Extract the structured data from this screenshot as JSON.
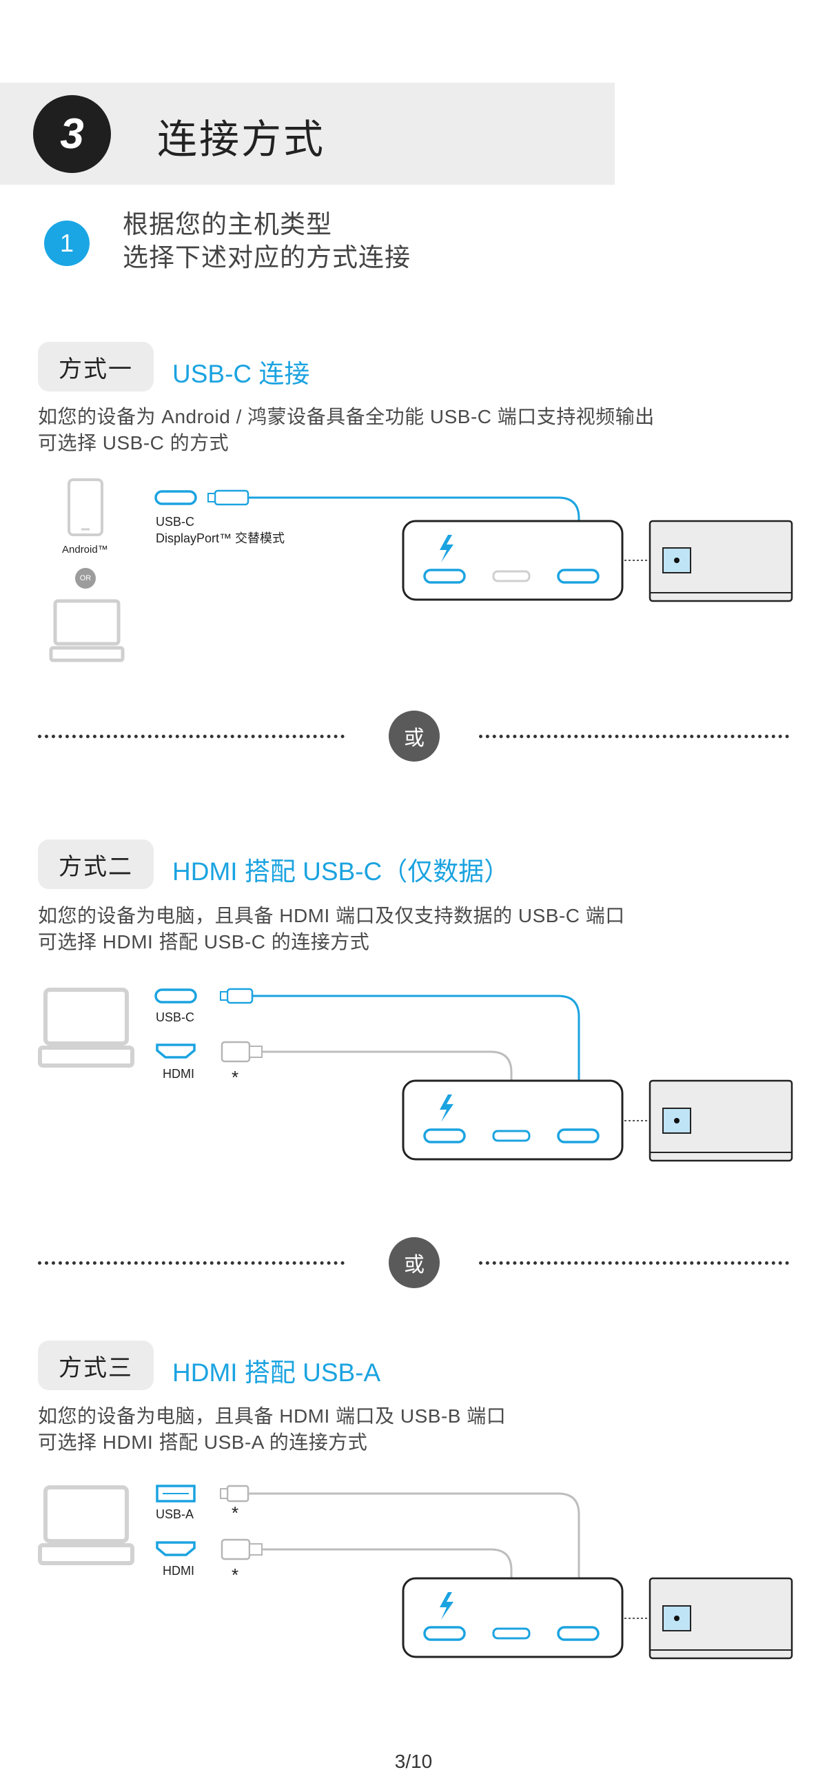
{
  "header": {
    "step_number": "3",
    "title": "连接方式"
  },
  "intro": {
    "number": "1",
    "line1": "根据您的主机类型",
    "line2": "选择下述对应的方式连接"
  },
  "methods": [
    {
      "badge": "方式一",
      "title": "USB-C 连接",
      "desc1": "如您的设备为 Android / 鸿蒙设备具备全功能 USB-C 端口支持视频输出",
      "desc2": "可选择 USB-C 的方式",
      "device_label": "Android™",
      "or_small": "OR",
      "port_label1": "USB-C",
      "port_label2": "DisplayPort™ 交替模式"
    },
    {
      "badge": "方式二",
      "title": "HDMI 搭配 USB-C（仅数据）",
      "desc1": "如您的设备为电脑，且具备 HDMI 端口及仅支持数据的 USB-C 端口",
      "desc2": "可选择 HDMI 搭配 USB-C 的连接方式",
      "port_label1": "USB-C",
      "port_label2": "HDMI",
      "note": "*"
    },
    {
      "badge": "方式三",
      "title": "HDMI 搭配 USB-A",
      "desc1": "如您的设备为电脑，且具备 HDMI 端口及 USB-B 端口",
      "desc2": "可选择 HDMI 搭配 USB-A 的连接方式",
      "port_label1": "USB-A",
      "port_label2": "HDMI",
      "note1": "*",
      "note2": "*"
    }
  ],
  "separator": {
    "label": "或"
  },
  "footer": {
    "page": "3/10"
  },
  "colors": {
    "accent": "#1ba3e0",
    "dark": "#1f1f1f",
    "band": "#ededed"
  }
}
